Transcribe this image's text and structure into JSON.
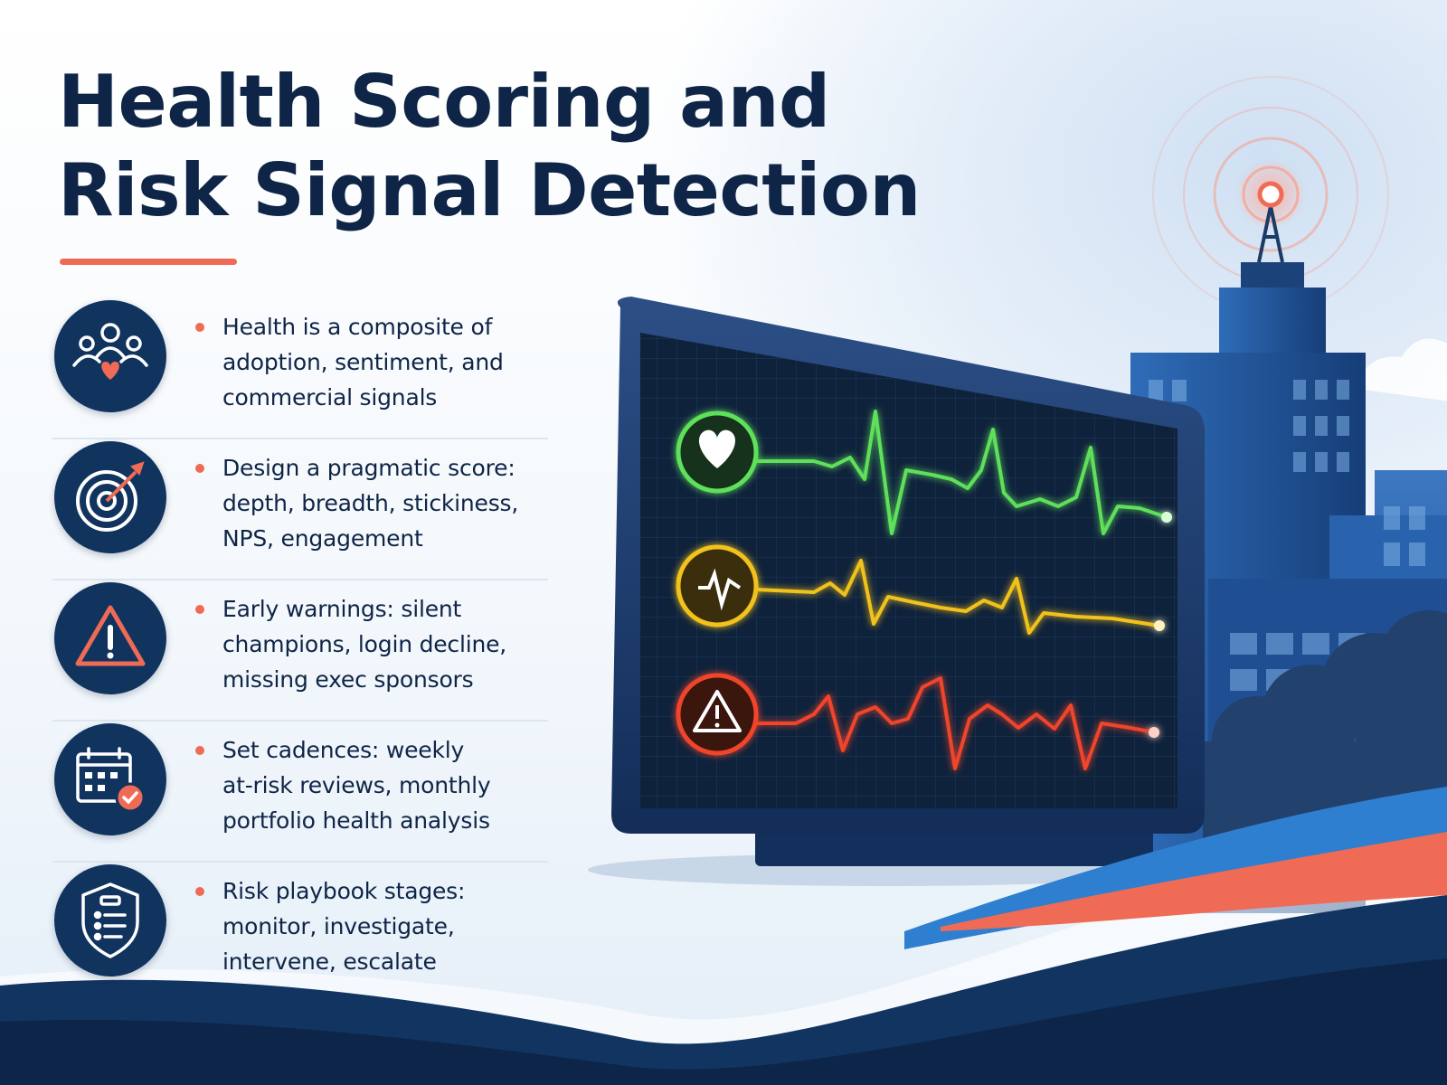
{
  "title": {
    "line1": "Health Scoring and",
    "line2": "Risk Signal Detection"
  },
  "bullets": [
    {
      "icon": "people-heart-icon",
      "lines": [
        "Health is a composite of",
        "adoption, sentiment, and",
        "commercial signals"
      ]
    },
    {
      "icon": "target-arrow-icon",
      "lines": [
        "Design a pragmatic score:",
        "depth, breadth, stickiness,",
        "NPS, engagement"
      ]
    },
    {
      "icon": "warning-triangle-icon",
      "lines": [
        "Early warnings: silent",
        "champions, login decline,",
        "missing exec sponsors"
      ]
    },
    {
      "icon": "calendar-check-icon",
      "lines": [
        "Set cadences: weekly",
        "at-risk reviews, monthly",
        "portfolio health analysis"
      ]
    },
    {
      "icon": "shield-checklist-icon",
      "lines": [
        "Risk playbook stages:",
        "monitor, investigate,",
        "intervene, escalate"
      ]
    }
  ],
  "monitor": {
    "signals": [
      {
        "icon": "heart-icon",
        "color": "#5fe05a"
      },
      {
        "icon": "pulse-icon",
        "color": "#f2c21b"
      },
      {
        "icon": "warning-icon",
        "color": "#f0452c"
      }
    ]
  },
  "colors": {
    "navy": "#0f2547",
    "accent": "#f06b55",
    "icon_circle": "#11345f"
  }
}
